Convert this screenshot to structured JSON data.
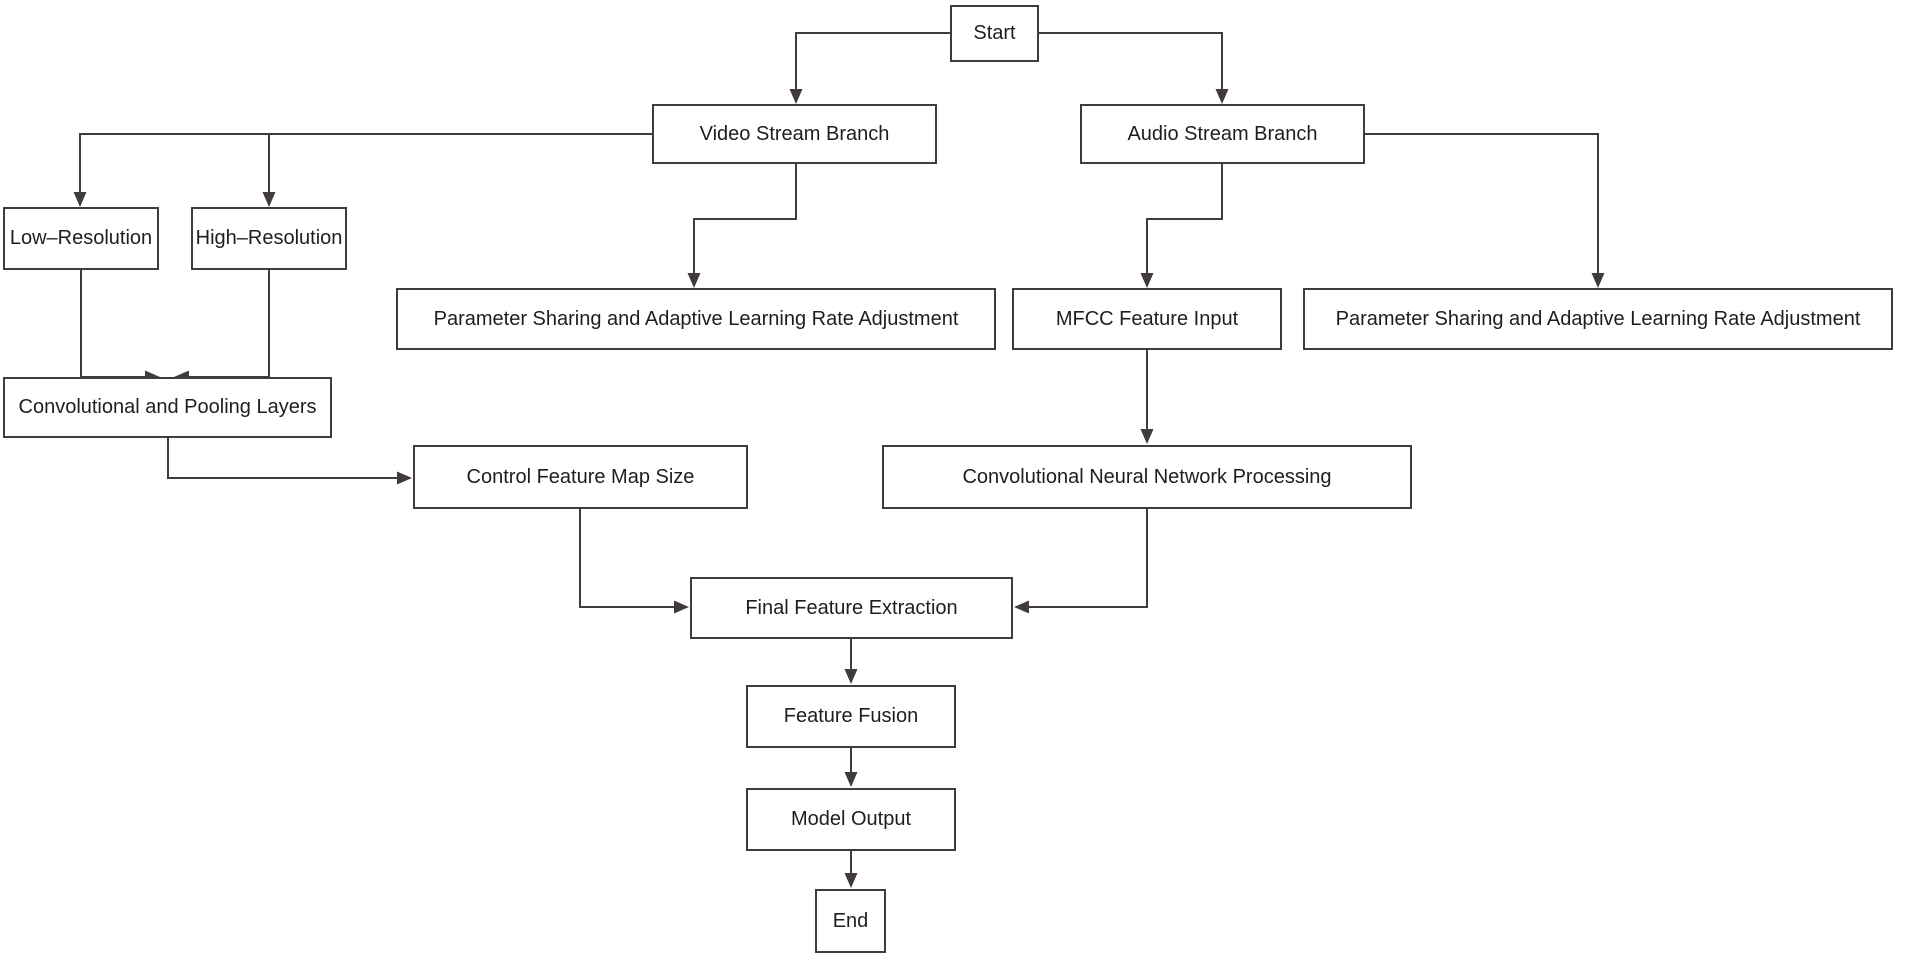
{
  "diagram": {
    "type": "flowchart",
    "colors": {
      "line": "#413a3e",
      "box_border": "#413a3e",
      "box_background": "#ffffff",
      "text": "#211d1e"
    },
    "nodes": {
      "start": {
        "label": "Start"
      },
      "video": {
        "label": "Video Stream Branch"
      },
      "audio": {
        "label": "Audio Stream Branch"
      },
      "lowres": {
        "label": "Low–Resolution"
      },
      "highres": {
        "label": "High–Resolution"
      },
      "param_video": {
        "label": "Parameter Sharing and Adaptive Learning Rate Adjustment"
      },
      "mfcc": {
        "label": "MFCC Feature Input"
      },
      "param_audio": {
        "label": "Parameter Sharing and Adaptive Learning Rate Adjustment"
      },
      "conv": {
        "label": "Convolutional and Pooling Layers"
      },
      "control": {
        "label": "Control Feature Map Size"
      },
      "cnn": {
        "label": "Convolutional Neural Network Processing"
      },
      "final": {
        "label": "Final Feature Extraction"
      },
      "fusion": {
        "label": "Feature Fusion"
      },
      "output": {
        "label": "Model Output"
      },
      "end": {
        "label": "End"
      }
    },
    "edges": [
      {
        "from": "start",
        "to": "video"
      },
      {
        "from": "start",
        "to": "audio"
      },
      {
        "from": "video",
        "to": "lowres"
      },
      {
        "from": "video",
        "to": "highres"
      },
      {
        "from": "video",
        "to": "param_video"
      },
      {
        "from": "audio",
        "to": "mfcc"
      },
      {
        "from": "audio",
        "to": "param_audio"
      },
      {
        "from": "lowres",
        "to": "conv"
      },
      {
        "from": "highres",
        "to": "conv"
      },
      {
        "from": "conv",
        "to": "control"
      },
      {
        "from": "control",
        "to": "final"
      },
      {
        "from": "mfcc",
        "to": "cnn"
      },
      {
        "from": "cnn",
        "to": "final"
      },
      {
        "from": "final",
        "to": "fusion"
      },
      {
        "from": "fusion",
        "to": "output"
      },
      {
        "from": "output",
        "to": "end"
      }
    ]
  }
}
